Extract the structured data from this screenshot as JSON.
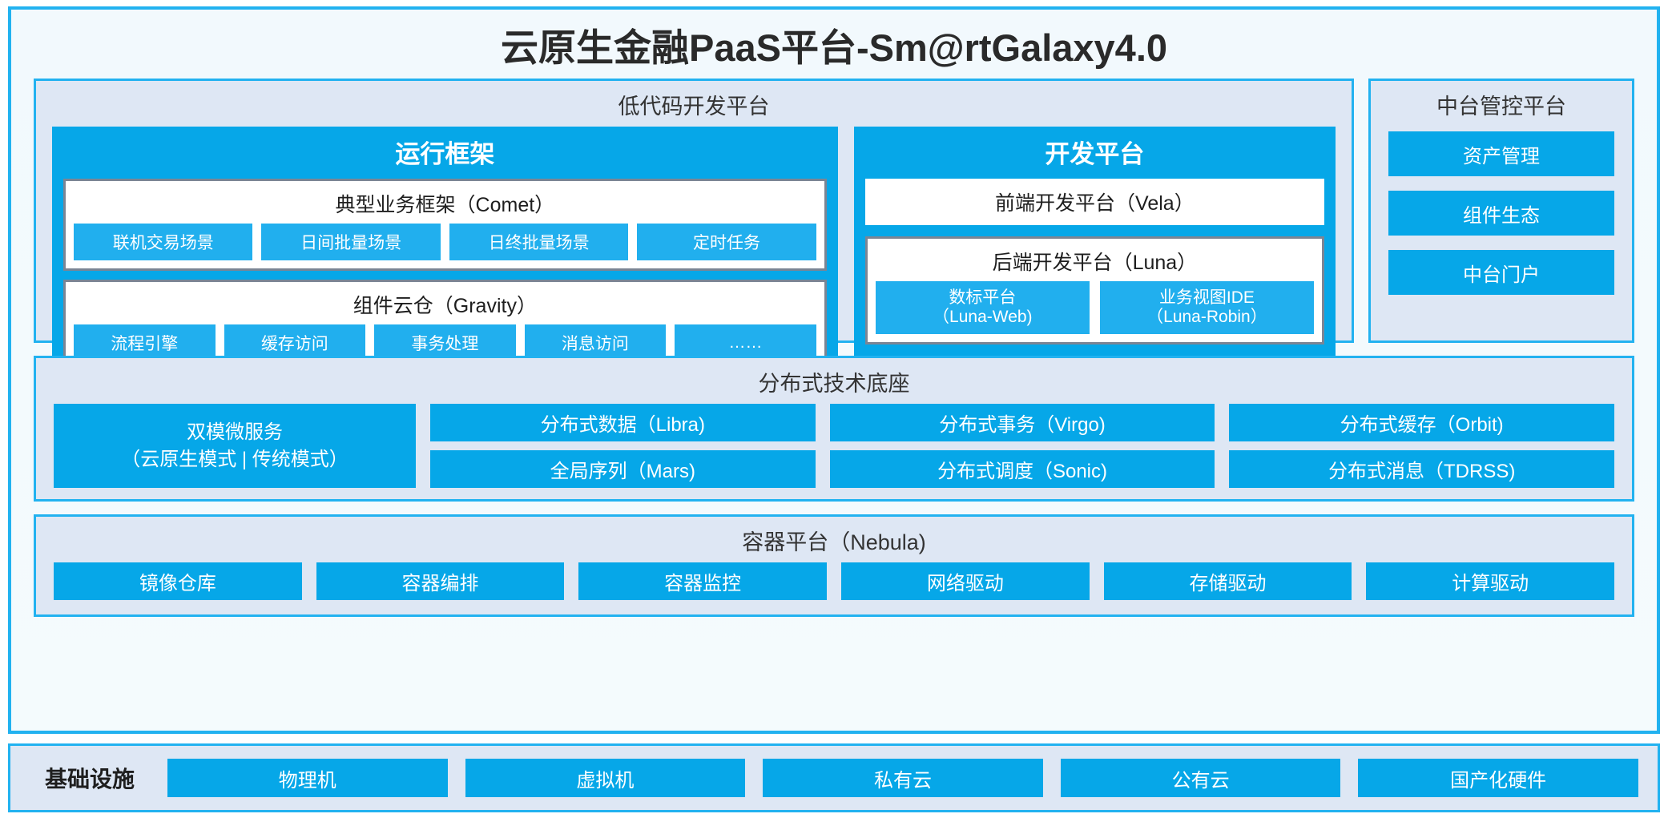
{
  "platform": {
    "title": "云原生金融PaaS平台-Sm@rtGalaxy4.0"
  },
  "lowcode": {
    "title": "低代码开发平台",
    "runtime": {
      "title": "运行框架",
      "comet": {
        "title": "典型业务框架（Comet）",
        "chips": [
          "联机交易场景",
          "日间批量场景",
          "日终批量场景",
          "定时任务"
        ]
      },
      "gravity": {
        "title": "组件云仓（Gravity）",
        "chips": [
          "流程引擎",
          "缓存访问",
          "事务处理",
          "消息访问",
          "……"
        ]
      }
    },
    "devplat": {
      "title": "开发平台",
      "vela": "前端开发平台（Vela）",
      "luna": {
        "title": "后端开发平台（Luna）",
        "chips": [
          {
            "name": "数标平台",
            "code": "（Luna-Web)"
          },
          {
            "name": "业务视图IDE",
            "code": "（Luna-Robin）"
          }
        ]
      }
    }
  },
  "midplatform": {
    "title": "中台管控平台",
    "chips": [
      "资产管理",
      "组件生态",
      "中台门户"
    ]
  },
  "distributed": {
    "title": "分布式技术底座",
    "microservice": {
      "line1": "双模微服务",
      "line2": "（云原生模式 | 传统模式）"
    },
    "columns": [
      [
        "分布式数据（Libra)",
        "全局序列（Mars)"
      ],
      [
        "分布式事务（Virgo)",
        "分布式调度（Sonic)"
      ],
      [
        "分布式缓存（Orbit)",
        "分布式消息（TDRSS)"
      ]
    ]
  },
  "container": {
    "title": "容器平台（Nebula)",
    "chips": [
      "镜像仓库",
      "容器编排",
      "容器监控",
      "网络驱动",
      "存储驱动",
      "计算驱动"
    ]
  },
  "infrastructure": {
    "label": "基础设施",
    "chips": [
      "物理机",
      "虚拟机",
      "私有云",
      "公有云",
      "国产化硬件"
    ]
  },
  "colors": {
    "accent": "#06A7E8",
    "chip": "#21AFEE",
    "panel_bg": "#DEE7F4",
    "frame_border": "#22B2F0",
    "box_border": "#7B8594"
  }
}
